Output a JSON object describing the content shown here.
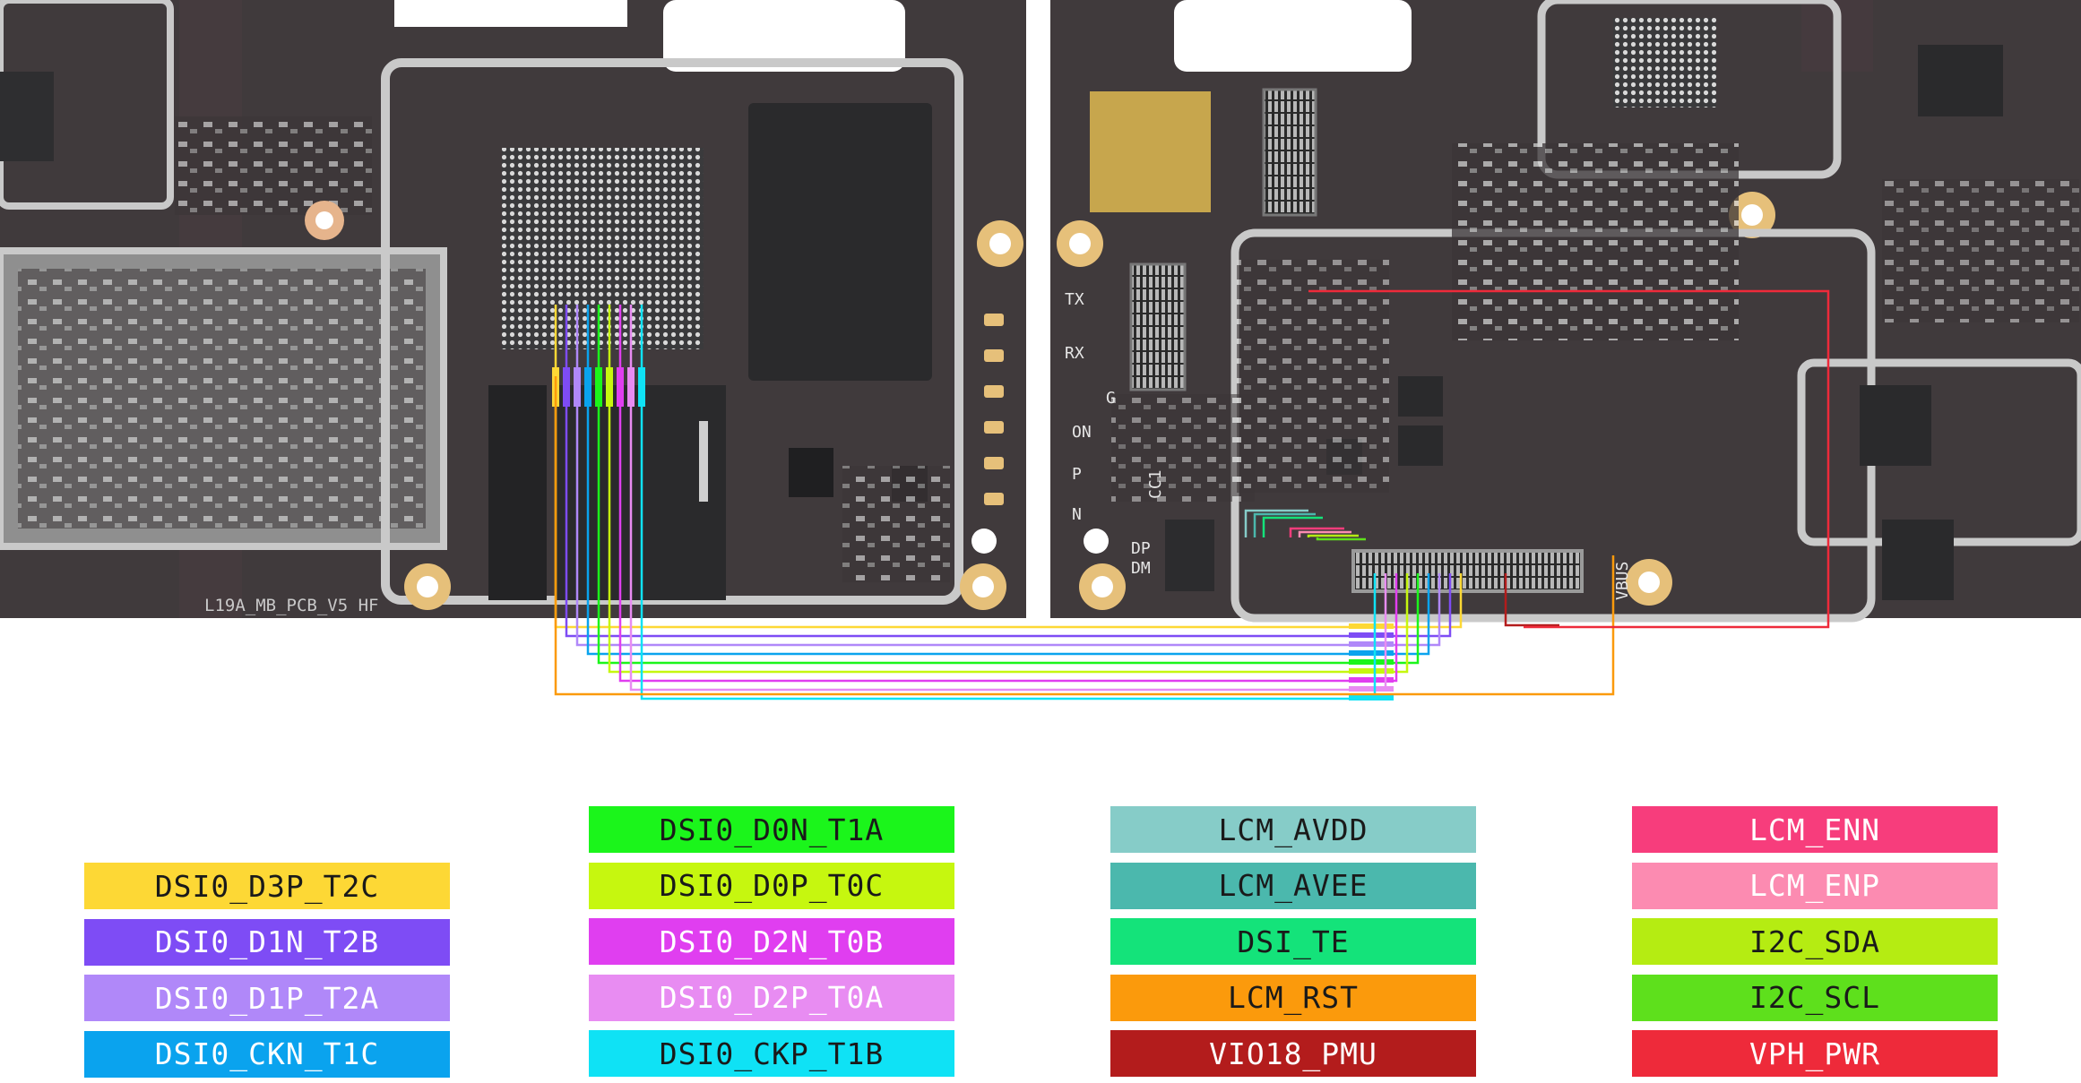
{
  "board": {
    "silkscreen_label": "L19A_MB_PCB_V5 HF",
    "pad_labels": [
      "TX",
      "RX",
      "G",
      "ON",
      "P",
      "N",
      "CC1",
      "DP",
      "DM",
      "VBUS"
    ]
  },
  "legend": {
    "columns": [
      [
        {
          "label": "DSI0_D3P_T2C",
          "bg": "#fdd835",
          "fg": "#1a1a1a"
        },
        {
          "label": "DSI0_D1N_T2B",
          "bg": "#7e4cf5",
          "fg": "#ffffff"
        },
        {
          "label": "DSI0_D1P_T2A",
          "bg": "#b088f9",
          "fg": "#ffffff"
        },
        {
          "label": "DSI0_CKN_T1C",
          "bg": "#0aa3ee",
          "fg": "#ffffff"
        }
      ],
      [
        {
          "label": "DSI0_D0N_T1A",
          "bg": "#1bf51b",
          "fg": "#1a1a1a"
        },
        {
          "label": "DSI0_D0P_T0C",
          "bg": "#c6f70f",
          "fg": "#1a1a1a"
        },
        {
          "label": "DSI0_D2N_T0B",
          "bg": "#e03ef0",
          "fg": "#ffffff"
        },
        {
          "label": "DSI0_D2P_T0A",
          "bg": "#e88cf2",
          "fg": "#ffffff"
        },
        {
          "label": "DSI0_CKP_T1B",
          "bg": "#0fe2f5",
          "fg": "#1a1a1a"
        }
      ],
      [
        {
          "label": "LCM_AVDD",
          "bg": "#86ccc8",
          "fg": "#1a1a1a"
        },
        {
          "label": "LCM_AVEE",
          "bg": "#4bb8ad",
          "fg": "#1a1a1a"
        },
        {
          "label": "DSI_TE",
          "bg": "#14e37a",
          "fg": "#1a1a1a"
        },
        {
          "label": "LCM_RST",
          "bg": "#fb9a0c",
          "fg": "#1a1a1a"
        },
        {
          "label": "VIO18_PMU",
          "bg": "#b31c1c",
          "fg": "#ffffff"
        }
      ],
      [
        {
          "label": "LCM_ENN",
          "bg": "#f73d7c",
          "fg": "#ffffff"
        },
        {
          "label": "LCM_ENP",
          "bg": "#fc8bb1",
          "fg": "#ffffff"
        },
        {
          "label": "I2C_SDA",
          "bg": "#b5ec12",
          "fg": "#1a1a1a"
        },
        {
          "label": "I2C_SCL",
          "bg": "#5ee01c",
          "fg": "#1a1a1a"
        },
        {
          "label": "VPH_PWR",
          "bg": "#ee2a3a",
          "fg": "#ffffff"
        }
      ]
    ]
  }
}
